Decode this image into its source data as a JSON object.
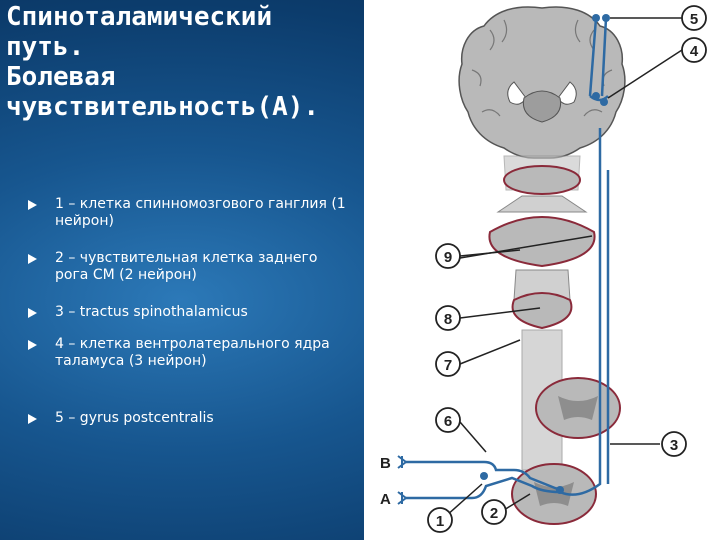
{
  "title_lines": [
    "Спиноталамический",
    "путь.",
    "Болевая",
    "чувствительность(А)."
  ],
  "bullets": [
    "1 – клетка спинномозгового ганглия (1 нейрон)",
    "2 – чувствительная клетка заднего рога СМ  (2 нейрон)",
    "3 – tractus spinothalamicus",
    "4 – клетка вентролатерального ядра таламуса (3 нейрон)",
    "5 – gyrus postcentralis"
  ],
  "diagram": {
    "markers": [
      "1",
      "2",
      "3",
      "4",
      "5",
      "6",
      "7",
      "8",
      "9"
    ],
    "side_labels": [
      "B",
      "A"
    ]
  },
  "colors": {
    "pathway": "#2e6aa3",
    "slice_outline": "#8a2a3a",
    "tissue": "#b9b9b9"
  }
}
